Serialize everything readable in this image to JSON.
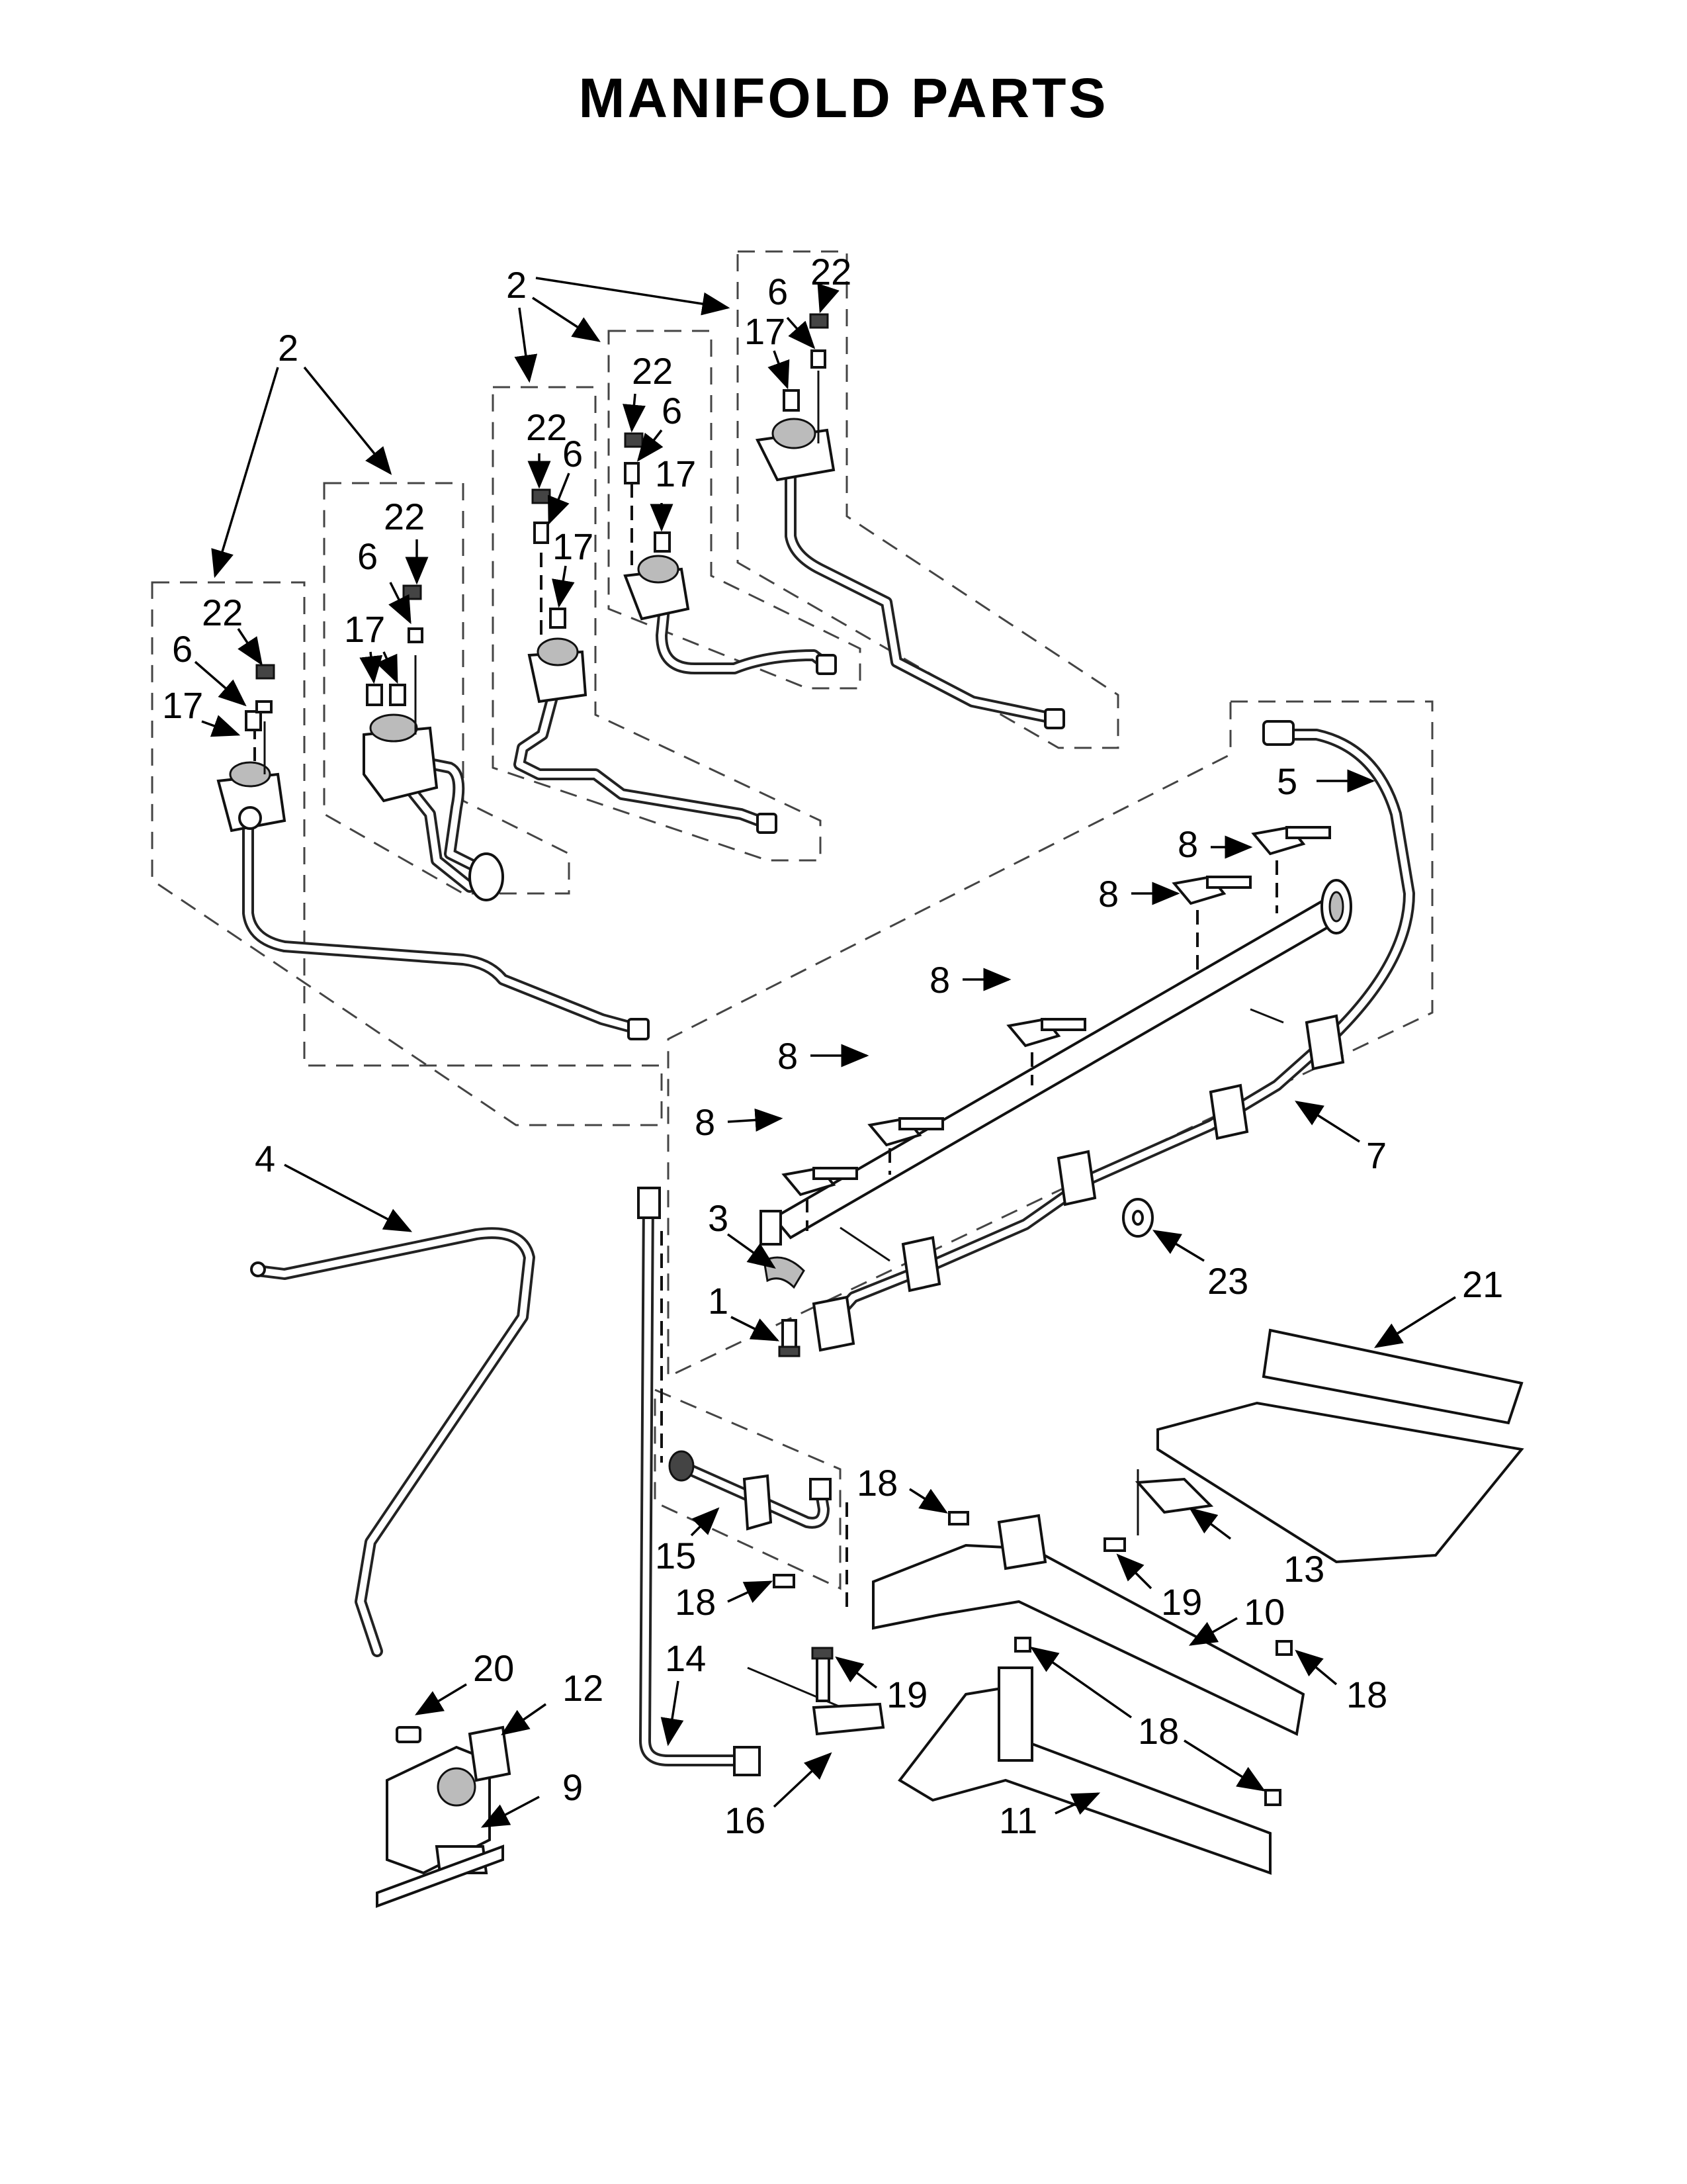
{
  "title": "MANIFOLD PARTS",
  "callouts": {
    "c1": "1",
    "c2": "2",
    "c3": "3",
    "c4": "4",
    "c5": "5",
    "c6": "6",
    "c7": "7",
    "c8": "8",
    "c9": "9",
    "c10": "10",
    "c11": "11",
    "c12": "12",
    "c13": "13",
    "c14": "14",
    "c15": "15",
    "c16": "16",
    "c17": "17",
    "c18": "18",
    "c19": "19",
    "c20": "20",
    "c21": "21",
    "c22": "22",
    "c23": "23"
  },
  "colors": {
    "line": "#000000",
    "background": "#ffffff",
    "shade": "#bbbbbb"
  }
}
